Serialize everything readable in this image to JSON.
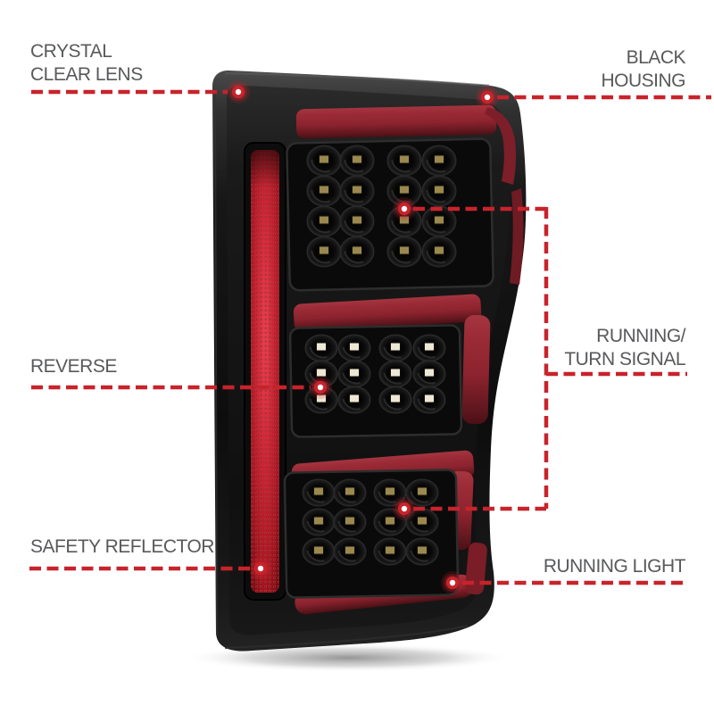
{
  "illustration": {
    "subject": "LED tail light rear lamp, smoked lens with black housing and red light bars"
  },
  "callouts": [
    {
      "id": "crystal-clear-lens",
      "label": "CRYSTAL\nCLEAR LENS",
      "side": "left"
    },
    {
      "id": "black-housing",
      "label": "BLACK\nHOUSING",
      "side": "right"
    },
    {
      "id": "reverse",
      "label": "REVERSE",
      "side": "left"
    },
    {
      "id": "running-turn-signal",
      "label": "RUNNING/\nTURN SIGNAL",
      "side": "right"
    },
    {
      "id": "safety-reflector",
      "label": "SAFETY REFLECTOR",
      "side": "left"
    },
    {
      "id": "running-light",
      "label": "RUNNING LIGHT",
      "side": "right"
    }
  ],
  "colors": {
    "accent_red": "#C8232B",
    "label_gray": "#58595B",
    "housing_black": "#121212",
    "band_red": "#8C232E",
    "reflector_red": "#CF2433",
    "led_chip_amber": "#9A884F",
    "led_chip_white": "#EDE8D6",
    "background": "#FFFFFF"
  }
}
